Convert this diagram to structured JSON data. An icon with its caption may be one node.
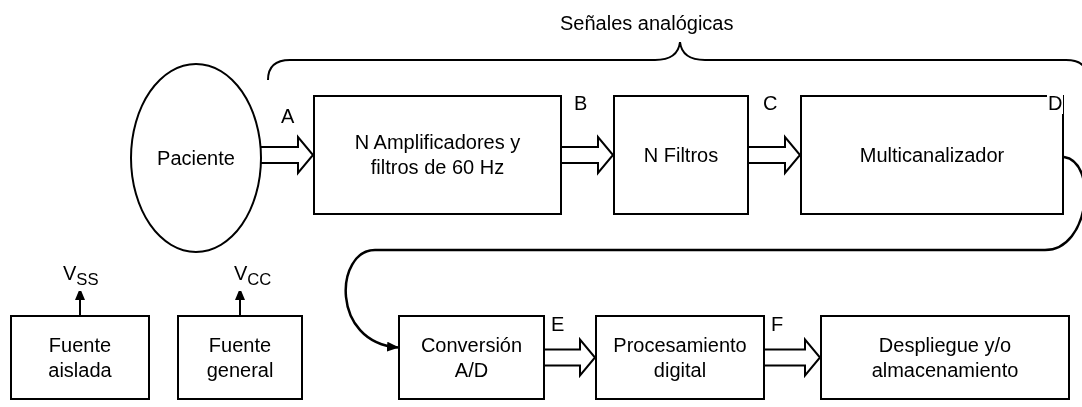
{
  "diagram": {
    "title": "Señales analógicas",
    "nodes": [
      {
        "text": [
          "Paciente"
        ]
      },
      {
        "text": [
          "N Amplificadores y filtros de 60 Hz"
        ]
      },
      {
        "text": [
          "N Filtros"
        ]
      },
      {
        "text": [
          "Multicanalizador"
        ]
      },
      {
        "text": [
          "Conversión A/D"
        ]
      },
      {
        "text": [
          "Procesamiento digital"
        ]
      },
      {
        "text": [
          "Despliegue y/o almacenamiento"
        ]
      },
      {
        "text": [
          "Fuente aislada"
        ]
      },
      {
        "text": [
          "Fuente general"
        ]
      }
    ],
    "edges": [
      {
        "from": 0,
        "to": 1,
        "arrow": "to",
        "label": "A"
      },
      {
        "from": 1,
        "to": 2,
        "arrow": "to",
        "label": "B"
      },
      {
        "from": 2,
        "to": 3,
        "arrow": "to",
        "label": "C"
      },
      {
        "from": 3,
        "to": 4,
        "arrow": "to",
        "label": "D"
      },
      {
        "from": 4,
        "to": 5,
        "arrow": "to",
        "label": "E"
      },
      {
        "from": 5,
        "to": 6,
        "arrow": "to",
        "label": "F"
      },
      {
        "from": 7,
        "to": null,
        "arrow": "to",
        "label": "V$_{SS}$"
      },
      {
        "from": 8,
        "to": null,
        "arrow": "to",
        "label": "V$_{CC}$"
      }
    ]
  }
}
